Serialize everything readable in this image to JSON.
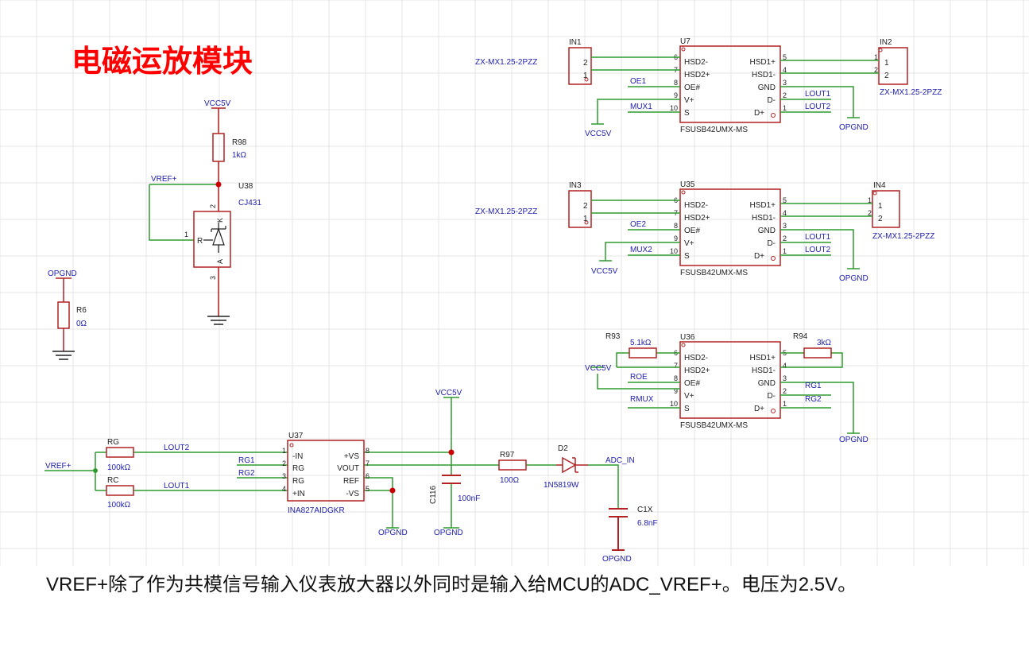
{
  "title": "电磁运放模块",
  "caption": "VREF+除了作为共模信号输入仪表放大器以外同时是输入给MCU的ADC_VREF+。电压为2.5V。",
  "colors": {
    "grid": "#e6e6e6",
    "wire": "#2e9b2e",
    "body": "#b22222",
    "label": "#2020b0",
    "title": "#ff0000",
    "junction": "#cc0000"
  },
  "switches": [
    {
      "ref": "U7",
      "part": "FSUSB42UMX-MS",
      "left_pins": [
        {
          "num": "6",
          "name": "HSD2-"
        },
        {
          "num": "7",
          "name": "HSD2+"
        },
        {
          "num": "8",
          "name": "OE#"
        },
        {
          "num": "9",
          "name": "V+"
        },
        {
          "num": "10",
          "name": "S"
        }
      ],
      "right_pins": [
        {
          "num": "5",
          "name": "HSD1+"
        },
        {
          "num": "4",
          "name": "HSD1-"
        },
        {
          "num": "3",
          "name": "GND"
        },
        {
          "num": "2",
          "name": "D-"
        },
        {
          "num": "1",
          "name": "D+"
        }
      ],
      "oe_net": "OE1",
      "s_net": "MUX1",
      "vcc_label": "VCC5V",
      "gnd_label": "OPGND",
      "out_nets": [
        "LOUT1",
        "LOUT2"
      ]
    },
    {
      "ref": "U35",
      "part": "FSUSB42UMX-MS",
      "left_pins": [
        {
          "num": "6",
          "name": "HSD2-"
        },
        {
          "num": "7",
          "name": "HSD2+"
        },
        {
          "num": "8",
          "name": "OE#"
        },
        {
          "num": "9",
          "name": "V+"
        },
        {
          "num": "10",
          "name": "S"
        }
      ],
      "right_pins": [
        {
          "num": "5",
          "name": "HSD1+"
        },
        {
          "num": "4",
          "name": "HSD1-"
        },
        {
          "num": "3",
          "name": "GND"
        },
        {
          "num": "2",
          "name": "D-"
        },
        {
          "num": "1",
          "name": "D+"
        }
      ],
      "oe_net": "OE2",
      "s_net": "MUX2",
      "vcc_label": "VCC5V",
      "gnd_label": "OPGND",
      "out_nets": [
        "LOUT1",
        "LOUT2"
      ]
    },
    {
      "ref": "U36",
      "part": "FSUSB42UMX-MS",
      "left_pins": [
        {
          "num": "6",
          "name": "HSD2-"
        },
        {
          "num": "7",
          "name": "HSD2+"
        },
        {
          "num": "8",
          "name": "OE#"
        },
        {
          "num": "9",
          "name": "V+"
        },
        {
          "num": "10",
          "name": "S"
        }
      ],
      "right_pins": [
        {
          "num": "5",
          "name": "HSD1+"
        },
        {
          "num": "4",
          "name": "HSD1-"
        },
        {
          "num": "3",
          "name": "GND"
        },
        {
          "num": "2",
          "name": "D-"
        },
        {
          "num": "1",
          "name": "D+"
        }
      ],
      "oe_net": "ROE",
      "s_net": "RMUX",
      "vcc_label": "VCC5V",
      "gnd_label": "OPGND",
      "out_nets": [
        "RG1",
        "RG2"
      ],
      "r_left": {
        "ref": "R93",
        "value": "5.1kΩ"
      },
      "r_right": {
        "ref": "R94",
        "value": "3kΩ"
      }
    }
  ],
  "connectors": {
    "in1": {
      "ref": "IN1",
      "part": "ZX-MX1.25-2PZZ",
      "pins": [
        "2",
        "1"
      ]
    },
    "in2": {
      "ref": "IN2",
      "part": "ZX-MX1.25-2PZZ",
      "pins": [
        "1",
        "2"
      ]
    },
    "in3": {
      "ref": "IN3",
      "part": "ZX-MX1.25-2PZZ",
      "pins": [
        "2",
        "1"
      ]
    },
    "in4": {
      "ref": "IN4",
      "part": "ZX-MX1.25-2PZZ",
      "pins": [
        "1",
        "2"
      ]
    }
  },
  "reference": {
    "vcc": "VCC5V",
    "r98": {
      "ref": "R98",
      "value": "1kΩ"
    },
    "vref_net": "VREF+",
    "u38": {
      "ref": "U38",
      "part": "CJ431",
      "pin1": "1",
      "pin2": "2",
      "pin3": "3",
      "r": "R",
      "k": "K",
      "a": "A"
    }
  },
  "r6": {
    "net": "OPGND",
    "ref": "R6",
    "value": "0Ω"
  },
  "amplifier": {
    "vref_net": "VREF+",
    "rg": {
      "ref": "RG",
      "value": "100kΩ"
    },
    "rc": {
      "ref": "RC",
      "value": "100kΩ"
    },
    "lout2": "LOUT2",
    "lout1": "LOUT1",
    "rg1": "RG1",
    "rg2": "RG2",
    "u37": {
      "ref": "U37",
      "part": "INA827AIDGKR",
      "left_pins": [
        {
          "num": "1",
          "name": "-IN"
        },
        {
          "num": "2",
          "name": "RG"
        },
        {
          "num": "3",
          "name": "RG"
        },
        {
          "num": "4",
          "name": "+IN"
        }
      ],
      "right_pins": [
        {
          "num": "8",
          "name": "+VS"
        },
        {
          "num": "7",
          "name": "VOUT"
        },
        {
          "num": "6",
          "name": "REF"
        },
        {
          "num": "5",
          "name": "-VS"
        }
      ]
    },
    "gnd1": "OPGND",
    "vcc": "VCC5V",
    "c116": {
      "ref": "C116",
      "value": "100nF"
    },
    "gnd2": "OPGND",
    "r97": {
      "ref": "R97",
      "value": "100Ω"
    },
    "d2": {
      "ref": "D2",
      "part": "1N5819W"
    },
    "adc_net": "ADC_IN",
    "c1x": {
      "ref": "C1X",
      "value": "6.8nF"
    },
    "gnd3": "OPGND"
  }
}
